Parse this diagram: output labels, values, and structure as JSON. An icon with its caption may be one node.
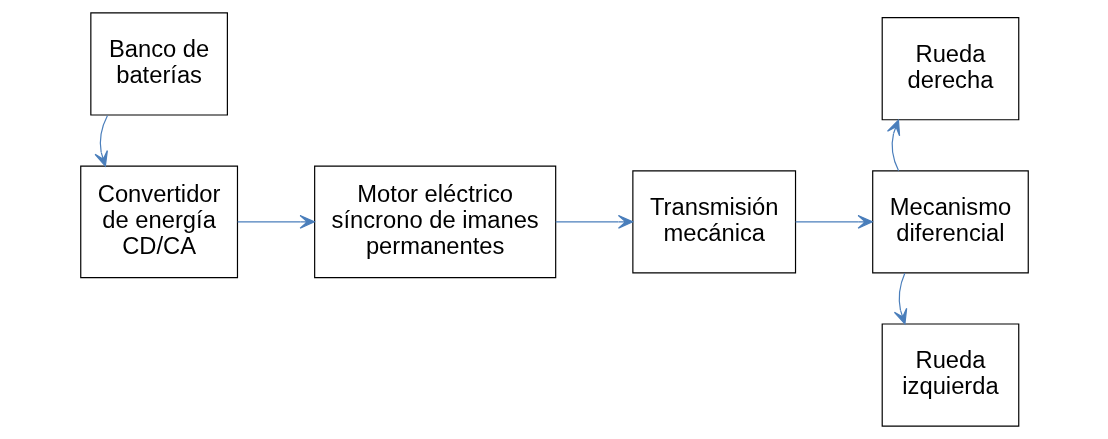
{
  "diagram": {
    "nodes": [
      {
        "text": [
          "Banco de baterías"
        ]
      },
      {
        "text": [
          "Convertidor de energía CD/CA"
        ]
      },
      {
        "text": [
          "Motor eléctrico síncrono de imanes permanentes"
        ]
      },
      {
        "text": [
          "Transmisión mecánica"
        ]
      },
      {
        "text": [
          "Mecanismo diferencial"
        ]
      },
      {
        "text": [
          "Rueda derecha"
        ]
      },
      {
        "text": [
          "Rueda izquierda"
        ]
      }
    ],
    "edges": [
      {
        "from": 0,
        "to": 1,
        "arrow": "to"
      },
      {
        "from": 1,
        "to": 2,
        "arrow": "to"
      },
      {
        "from": 2,
        "to": 3,
        "arrow": "to"
      },
      {
        "from": 3,
        "to": 4,
        "arrow": "to"
      },
      {
        "from": 4,
        "to": 5,
        "arrow": "to"
      },
      {
        "from": 4,
        "to": 6,
        "arrow": "to"
      }
    ]
  }
}
